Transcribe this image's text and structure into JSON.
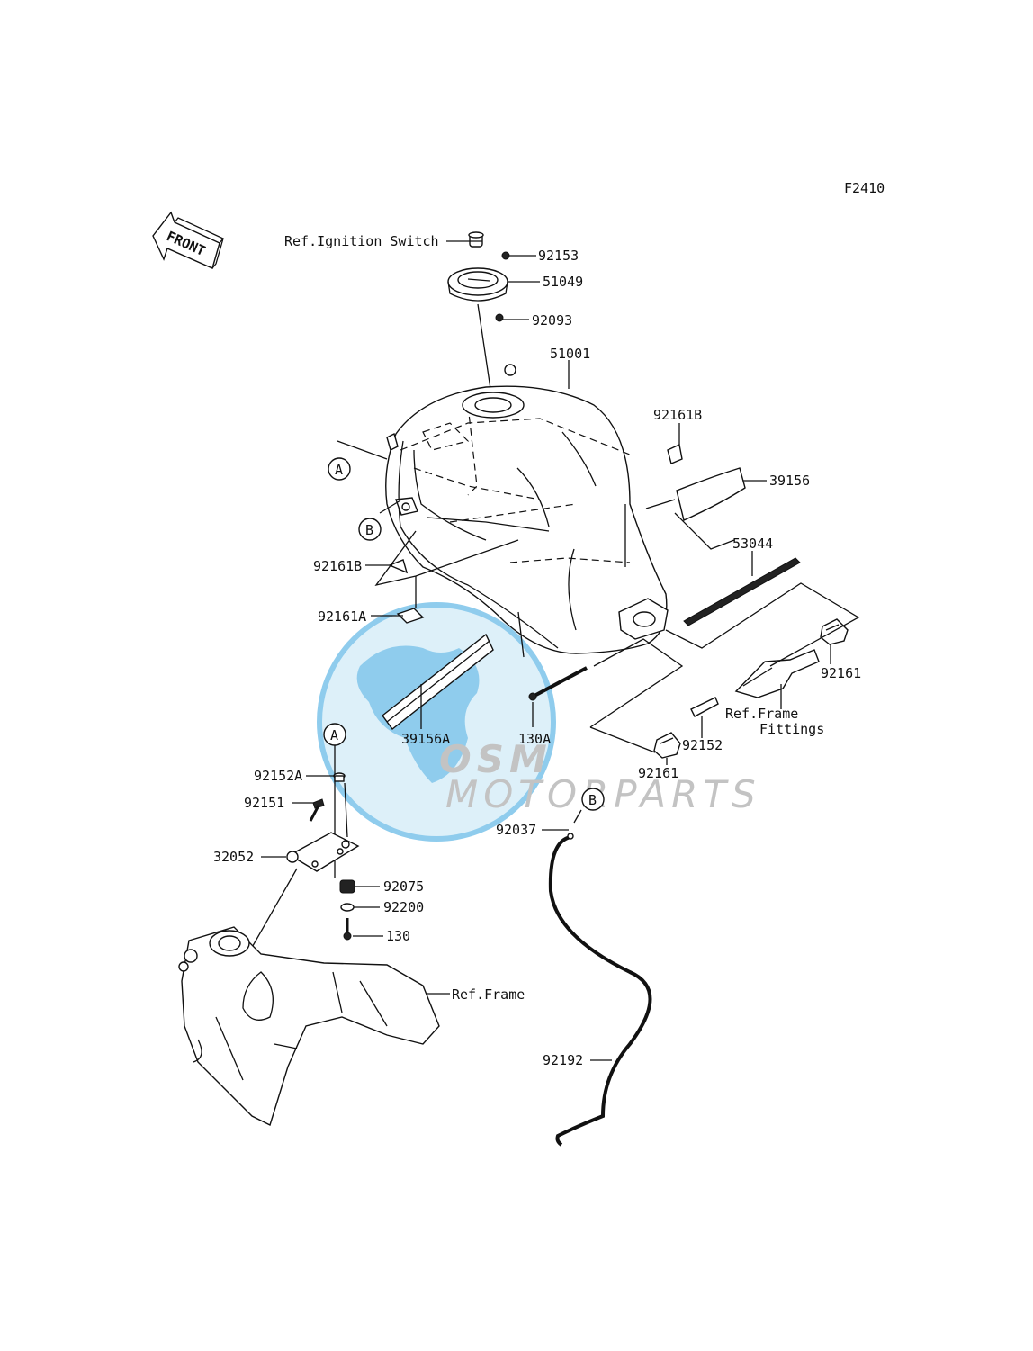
{
  "diagram_code": "F2410",
  "front_label": "FRONT",
  "watermark": {
    "brand": "OSM",
    "sub": "MOTORPARTS",
    "blue": "#5bb8e8",
    "gray": "#b9b9b9"
  },
  "refs": {
    "ignition_switch": "Ref.Ignition Switch",
    "frame_fittings_1": "Ref.Frame",
    "frame_fittings_2": "Fittings",
    "frame": "Ref.Frame"
  },
  "callouts": {
    "A": "A",
    "B": "B"
  },
  "parts": {
    "p92153": "92153",
    "p51049": "51049",
    "p92093": "92093",
    "p51001": "51001",
    "p92161B_right": "92161B",
    "p39156": "39156",
    "p53044": "53044",
    "p92161B_left": "92161B",
    "p92161A": "92161A",
    "p39156A": "39156A",
    "p130A": "130A",
    "p92161_right": "92161",
    "p92152": "92152",
    "p92161_mid": "92161",
    "p92152A": "92152A",
    "p92151": "92151",
    "p32052": "32052",
    "p92075": "92075",
    "p92200": "92200",
    "p130": "130",
    "p92037": "92037",
    "p92192": "92192"
  }
}
